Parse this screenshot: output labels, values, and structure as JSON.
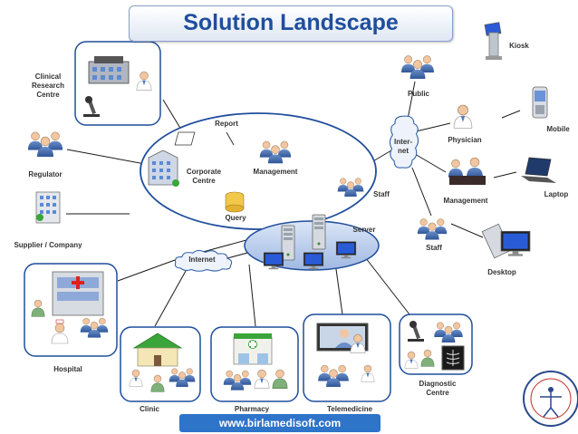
{
  "title": "Solution Landscape",
  "footer_url": "www.birlamedisoft.com",
  "labels": {
    "clinical_research_centre": "Clinical\nResearch\nCentre",
    "regulator": "Regulator",
    "supplier_company": "Supplier / Company",
    "hospital": "Hospital",
    "clinic": "Clinic",
    "pharmacy": "Pharmacy",
    "telemedicine": "Telemedicine",
    "diagnostic_centre": "Diagnostic\nCentre",
    "report": "Report",
    "corporate_centre": "Corporate\nCentre",
    "management_center": "Management",
    "query": "Query",
    "staff_center": "Staff",
    "server": "Server",
    "internet_cloud_left": "Internet",
    "internet_cloud_right": "Inter-\nnet",
    "public": "Public",
    "physician": "Physician",
    "management_right": "Management",
    "staff_right": "Staff",
    "kiosk": "Kiosk",
    "mobile": "Mobile",
    "laptop": "Laptop",
    "desktop": "Desktop"
  },
  "colors": {
    "title_text": "#1f4e9c",
    "card_border": "#1f4e9c",
    "footer_bar": "#2e74c9",
    "cloud_fill": "#eef3fb"
  }
}
